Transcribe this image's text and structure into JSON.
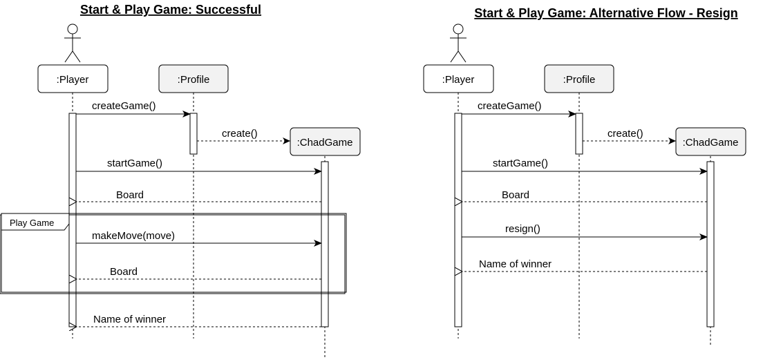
{
  "diagrams": [
    {
      "title": "Start & Play Game: Successful",
      "player": ":Player",
      "profile": ":Profile",
      "game": ":ChadGame",
      "messages": {
        "createGame": "createGame()",
        "create": "create()",
        "startGame": "startGame()",
        "board1": "Board",
        "makeMove": "makeMove(move)",
        "board2": "Board",
        "winner": "Name of winner"
      },
      "fragment": "Play Game"
    },
    {
      "title": "Start & Play Game: Alternative Flow - Resign",
      "player": ":Player",
      "profile": ":Profile",
      "game": ":ChadGame",
      "messages": {
        "createGame": "createGame()",
        "create": "create()",
        "startGame": "startGame()",
        "board": "Board",
        "resign": "resign()",
        "winner": "Name of winner"
      }
    }
  ],
  "colors": {
    "participant_fill": "#f2f2f2",
    "actor_box_fill": "#ffffff",
    "line": "#000000"
  }
}
